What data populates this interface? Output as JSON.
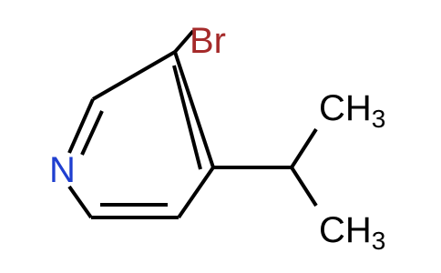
{
  "molecule": {
    "atoms": {
      "bromine": {
        "label": "Br",
        "color": "#a52a2a"
      },
      "nitrogen": {
        "label": "N",
        "color": "#1f3fd0"
      },
      "methyl_top": {
        "label": "CH",
        "subscript": "3",
        "color": "#000000"
      },
      "methyl_bottom": {
        "label": "CH",
        "subscript": "3",
        "color": "#000000"
      }
    },
    "bond_color": "#000000"
  }
}
